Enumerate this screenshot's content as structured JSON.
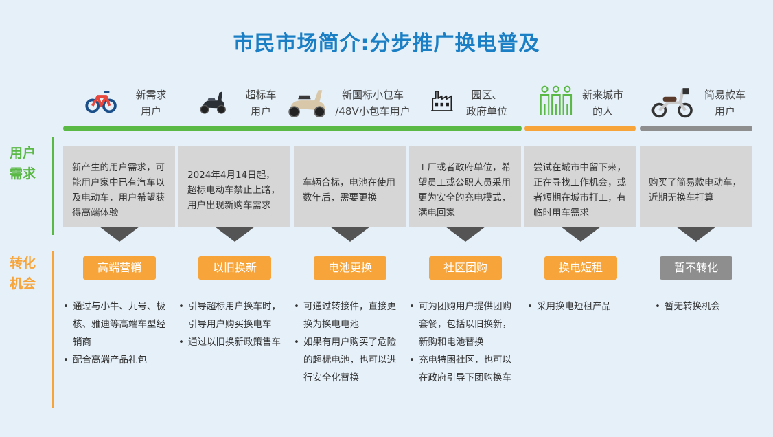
{
  "title": "市民市场简介:分步推广换电普及",
  "side": {
    "demand_label": "用户\n需求",
    "convert_label": "转化\n机会"
  },
  "colors": {
    "title": "#1a7fc4",
    "green": "#5ab845",
    "orange": "#f7a53a",
    "gray": "#8e8e8e",
    "card": "#d6d6d6",
    "arrow": "#545454"
  },
  "columns": [
    {
      "header": "新需求\n用户",
      "icon": "bicycle-icon",
      "demand": "新产生的用户需求，可能用户家中已有汽车以及电动车，用户希望获得高端体验",
      "opportunity": "高端营销",
      "bullets": [
        "通过与小牛、九号、极核、雅迪等高端车型经销商",
        "配合高端产品礼包"
      ]
    },
    {
      "header": "超标车\n用户",
      "icon": "motor-scooter-icon",
      "demand": "2024年4月14日起，超标电动车禁止上路，用户出现新购车需求",
      "opportunity": "以旧换新",
      "bullets": [
        "引导超标用户换车时，引导用户购买换电车",
        "通过以旧换新政策售车"
      ]
    },
    {
      "header": "新国标小包车\n/48V小包车用户",
      "icon": "e-scooter-icon",
      "demand": "车辆合标，电池在使用数年后，需要更换",
      "opportunity": "电池更换",
      "bullets": [
        "可通过转接件，直接更换为换电电池",
        "如果有用户购买了危险的超标电池，也可以进行安全化替换"
      ]
    },
    {
      "header": "园区、\n政府单位",
      "icon": "factory-icon",
      "demand": "工厂或者政府单位，希望员工或公职人员采用更为安全的充电模式，满电回家",
      "opportunity": "社区团购",
      "bullets": [
        "可为团购用户提供团购套餐，包括以旧换新，新购和电池替换",
        "充电特困社区，也可以在政府引导下团购换车"
      ]
    },
    {
      "header": "新来城市\n的人",
      "icon": "people-icon",
      "demand": "尝试在城市中留下来，正在寻找工作机会，或者短期在城市打工，有临时用车需求",
      "opportunity": "换电短租",
      "bullets": [
        "采用换电短租产品"
      ]
    },
    {
      "header": "简易款车\n用户",
      "icon": "simple-ebike-icon",
      "demand": "购买了简易款电动车，近期无换车打算",
      "opportunity": "暂不转化",
      "bullets": [
        "暂无转换机会"
      ]
    }
  ]
}
